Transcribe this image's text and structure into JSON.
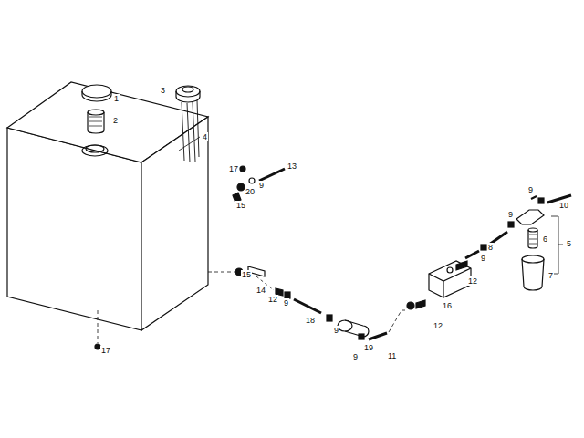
{
  "diagram": {
    "labels": [
      "1",
      "3",
      "2",
      "4",
      "17",
      "13",
      "9",
      "20",
      "15",
      "9",
      "10",
      "9",
      "6",
      "5",
      "8",
      "9",
      "12",
      "7",
      "15",
      "16",
      "14",
      "12",
      "9",
      "12",
      "18",
      "9",
      "9",
      "19",
      "11",
      "17"
    ]
  }
}
